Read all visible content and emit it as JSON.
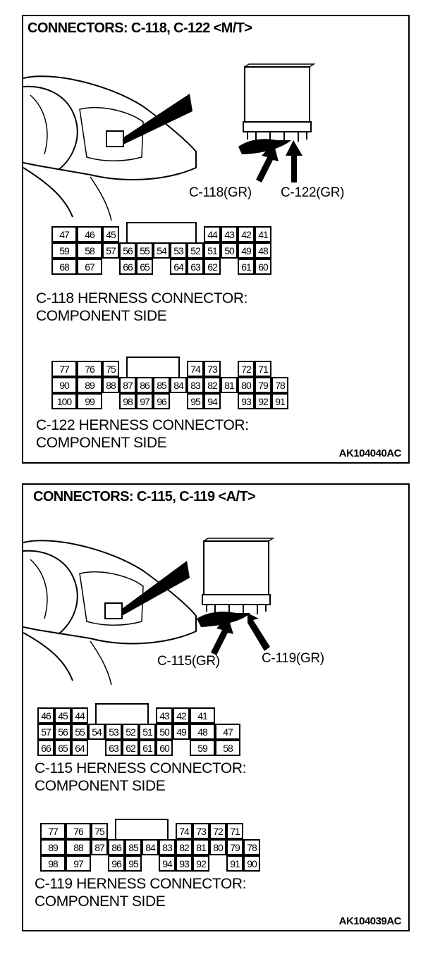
{
  "panels": [
    {
      "title": "CONNECTORS: C-118, C-122 <M/T>",
      "label_left": "C-118(GR)",
      "label_right": "C-122(GR)",
      "connectors": [
        {
          "caption_line1": "C-118 HERNESS CONNECTOR:",
          "caption_line2": "COMPONENT SIDE",
          "rows": [
            [
              "47",
              "46",
              "45",
              "",
              "",
              "",
              "",
              "",
              "44",
              "43",
              "42",
              "41"
            ],
            [
              "59",
              "58",
              "57",
              "56",
              "55",
              "54",
              "53",
              "52",
              "51",
              "50",
              "49",
              "48"
            ],
            [
              "68",
              "67",
              "",
              "66",
              "65",
              "",
              "64",
              "63",
              "62",
              "",
              "61",
              "60"
            ]
          ]
        },
        {
          "caption_line1": "C-122 HERNESS CONNECTOR:",
          "caption_line2": "COMPONENT SIDE",
          "rows": [
            [
              "77",
              "76",
              "75",
              "",
              "",
              "",
              "",
              "74",
              "73",
              "",
              "72",
              "71"
            ],
            [
              "90",
              "89",
              "88",
              "87",
              "86",
              "85",
              "84",
              "83",
              "82",
              "81",
              "80",
              "79",
              "78"
            ],
            [
              "100",
              "99",
              "",
              "98",
              "97",
              "96",
              "",
              "95",
              "94",
              "",
              "93",
              "92",
              "91"
            ]
          ]
        }
      ],
      "figure_code": "AK104040AC"
    },
    {
      "title": "CONNECTORS: C-115, C-119 <A/T>",
      "label_left": "C-115(GR)",
      "label_right": "C-119(GR)",
      "connectors": [
        {
          "caption_line1": "C-115 HERNESS CONNECTOR:",
          "caption_line2": "COMPONENT SIDE",
          "rows": [
            [
              "46",
              "45",
              "44",
              "",
              "",
              "",
              "",
              "43",
              "42",
              "41"
            ],
            [
              "57",
              "56",
              "55",
              "54",
              "53",
              "52",
              "51",
              "50",
              "49",
              "48",
              "47"
            ],
            [
              "66",
              "65",
              "64",
              "",
              "63",
              "62",
              "61",
              "60",
              "",
              "59",
              "58"
            ]
          ]
        },
        {
          "caption_line1": "C-119 HERNESS CONNECTOR:",
          "caption_line2": "COMPONENT SIDE",
          "rows": [
            [
              "77",
              "76",
              "75",
              "",
              "",
              "",
              "",
              "74",
              "73",
              "72",
              "71"
            ],
            [
              "89",
              "88",
              "87",
              "86",
              "85",
              "84",
              "83",
              "82",
              "81",
              "80",
              "79",
              "78"
            ],
            [
              "98",
              "97",
              "",
              "96",
              "95",
              "",
              "94",
              "93",
              "92",
              "",
              "91",
              "90"
            ]
          ]
        }
      ],
      "figure_code": "AK104039AC"
    }
  ]
}
